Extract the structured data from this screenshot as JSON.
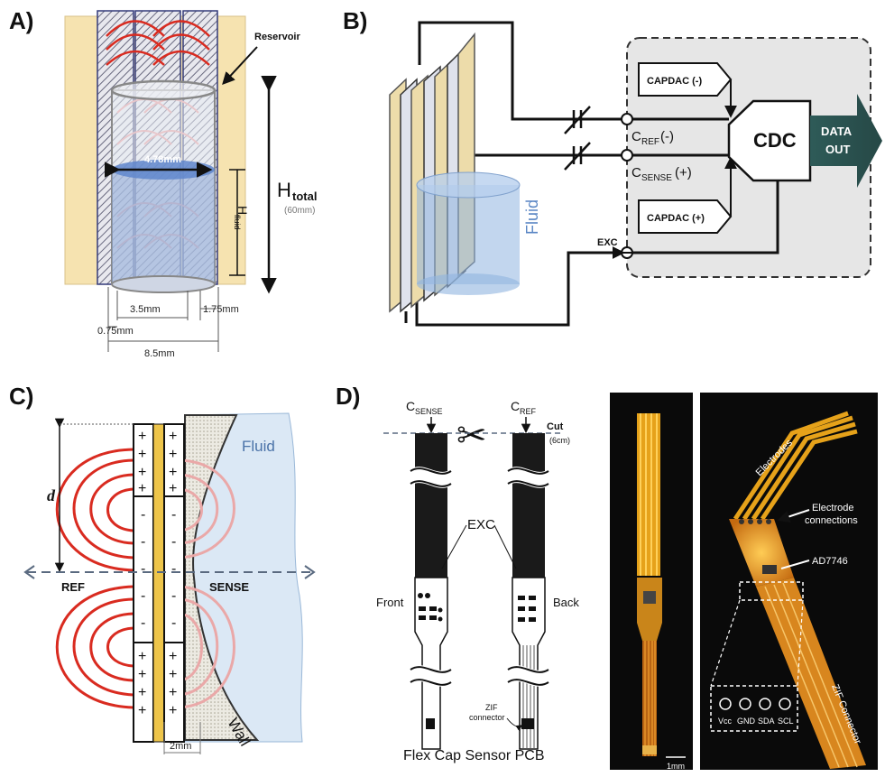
{
  "panel_a": {
    "label": "A)",
    "reservoir": "Reservoir",
    "diameter": "4.78mm",
    "h_total_main": "H",
    "h_total_sub": "total",
    "h_total_note": "(60mm)",
    "h_fluid_main": "H",
    "h_fluid_sub": "fluid",
    "dim_35": "3.5mm",
    "dim_175": "1.75mm",
    "dim_075": "0.75mm",
    "dim_85": "8.5mm"
  },
  "panel_b": {
    "label": "B)",
    "capdac_minus": "CAPDAC (-)",
    "capdac_plus": "CAPDAC (+)",
    "cdc": "CDC",
    "data_out_1": "DATA",
    "data_out_2": "OUT",
    "cref_main": "C",
    "cref_sub": "REF",
    "cref_suffix": " (-)",
    "csense_main": "C",
    "csense_sub": "SENSE",
    "csense_suffix": " (+)",
    "exc": "EXC",
    "fluid": "Fluid"
  },
  "panel_c": {
    "label": "C)",
    "d": "d",
    "ref": "REF",
    "sense": "SENSE",
    "fluid": "Fluid",
    "wall": "Wall",
    "dim_2mm": "2mm",
    "plus": "+",
    "minus": "-"
  },
  "panel_d": {
    "label": "D)",
    "csense_main": "C",
    "csense_sub": "SENSE",
    "cref_main": "C",
    "cref_sub": "REF",
    "cut": "Cut",
    "cut_note": "(6cm)",
    "exc": "EXC",
    "front": "Front",
    "back": "Back",
    "zif_1": "ZIF",
    "zif_2": "connector",
    "pcb_title": "Flex Cap Sensor PCB",
    "scale": "1mm",
    "electrodes": "Electrodes",
    "electrode_conn_1": "Electrode",
    "electrode_conn_2": "connections",
    "ad7746": "AD7746",
    "zif_connector": "ZIF Connector",
    "pins": [
      "Vcc",
      "GND",
      "SDA",
      "SCL"
    ]
  }
}
